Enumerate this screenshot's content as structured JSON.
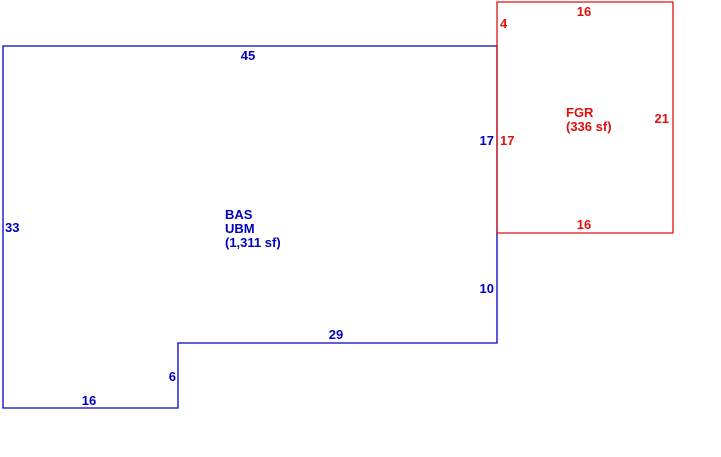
{
  "colors": {
    "main_area": "#0000c0",
    "garage": "#e01010",
    "background": "#ffffff"
  },
  "main_area": {
    "codes": [
      "BAS",
      "UBM"
    ],
    "area_text": "(1,311 sf)",
    "dimensions": {
      "top": "45",
      "left": "33",
      "right_upper": "17",
      "right_lower": "10",
      "bottom_step": "29",
      "step_height": "6",
      "bottom": "16"
    }
  },
  "garage": {
    "code": "FGR",
    "area_text": "(336 sf)",
    "dimensions": {
      "top": "16",
      "offset": "4",
      "left": "17",
      "right": "21",
      "bottom": "16"
    }
  }
}
